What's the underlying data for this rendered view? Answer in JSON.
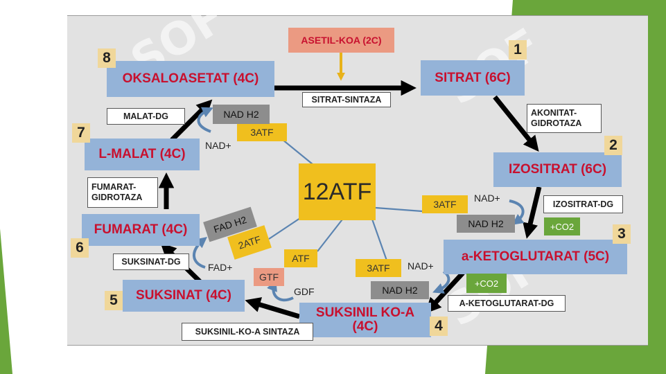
{
  "colors": {
    "compound_box": "#94b3d8",
    "compound_text": "#c8102e",
    "atp_box": "#f0bf1e",
    "green_box": "#6aa63b",
    "number_box": "#f0d79a",
    "slide_green": "#6aa63b"
  },
  "watermark": "SOF",
  "center": "12ATF",
  "acetyl_coa": "ASETIL-KOA (2C)",
  "compounds": [
    {
      "num": "1",
      "label": "SITRAT (6C)"
    },
    {
      "num": "2",
      "label": "IZOSITRAT (6C)"
    },
    {
      "num": "3",
      "label": "a-KETOGLUTARAT (5C)"
    },
    {
      "num": "4",
      "label": "SUKSINIL KO-A\n(4C)"
    },
    {
      "num": "5",
      "label": "SUKSINAT (4C)"
    },
    {
      "num": "6",
      "label": "FUMARAT (4C)"
    },
    {
      "num": "7",
      "label": "L-MALAT (4C)"
    },
    {
      "num": "8",
      "label": "OKSALOASETAT (4C)"
    }
  ],
  "enzymes": {
    "sitrat_sintaza": "SITRAT-SINTAZA",
    "akonitat": "AKONITAT-\nGIDROTAZA",
    "izositrat_dg": "IZOSITRAT-DG",
    "ketoglutarat_dg": "A-KETOGLUTARAT-DG",
    "suksinil_sintaza": "SUKSINIL-KO-A SINTAZA",
    "suksinat_dg": "SUKSINAT-DG",
    "fumarat": "FUMARAT-\nGIDROTAZA",
    "malat_dg": "MALAT-DG"
  },
  "cofactors": {
    "nad_plus": "NAD+",
    "nad_h2": "NAD H2",
    "fad_h2": "FAD H2",
    "fad_plus": "FAD+",
    "co2": "+CO2",
    "atf3": "3ATF",
    "atf2": "2ATF",
    "atf": "ATF",
    "gtf": "GTF",
    "gdf": "GDF"
  }
}
